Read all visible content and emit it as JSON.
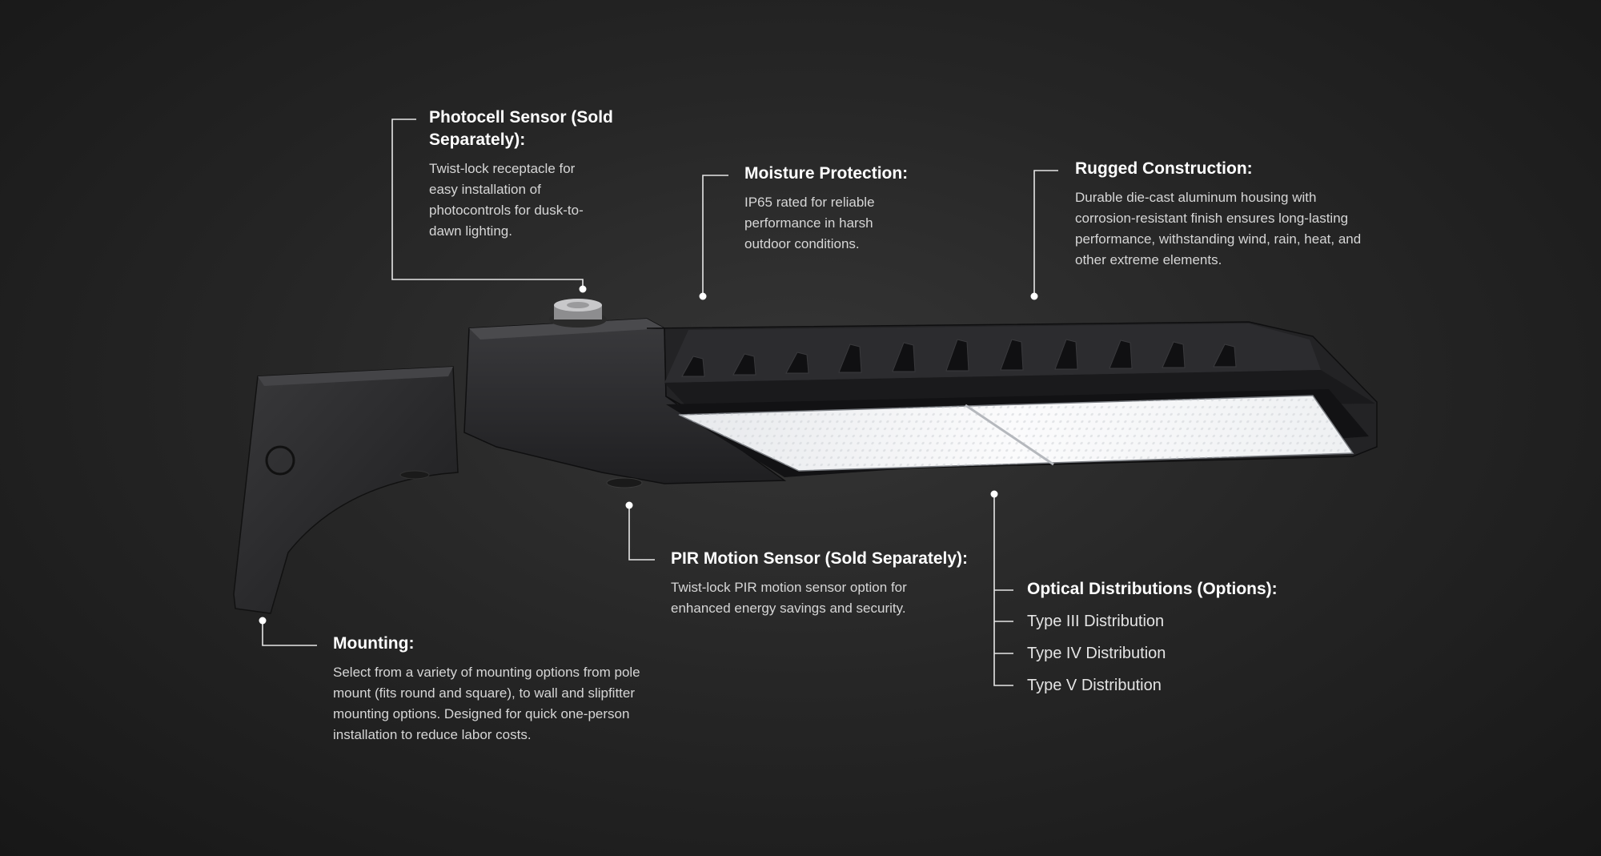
{
  "callouts": {
    "photocell": {
      "title": "Photocell Sensor (Sold Separately):",
      "body": "Twist-lock receptacle for easy installation of photocontrols for dusk-to-dawn lighting."
    },
    "moisture": {
      "title": "Moisture Protection:",
      "body": "IP65 rated for reliable performance in harsh outdoor conditions."
    },
    "rugged": {
      "title": "Rugged Construction:",
      "body": "Durable die-cast aluminum housing with corrosion-resistant finish ensures long-lasting performance, withstanding wind, rain, heat, and other extreme elements."
    },
    "pir": {
      "title": "PIR Motion Sensor (Sold Separately):",
      "body": "Twist-lock PIR motion sensor option for enhanced energy savings and security."
    },
    "mounting": {
      "title": "Mounting:",
      "body": "Select from a variety of mounting options from pole mount (fits round and square), to wall and slipfitter mounting options. Designed for quick one-person installation to reduce labor costs."
    },
    "optical": {
      "title": "Optical Distributions (Options):",
      "items": [
        "Type III Distribution",
        "Type IV Distribution",
        "Type V Distribution"
      ]
    }
  },
  "colors": {
    "background": "#262626",
    "text": "#ffffff",
    "body_text": "#d6d6d6",
    "line": "#e6e6e6",
    "fixture": "#2b2b2d",
    "led_panel": "#f2f3f5"
  },
  "product": {
    "image_semantic": "led-area-light-fixture"
  }
}
